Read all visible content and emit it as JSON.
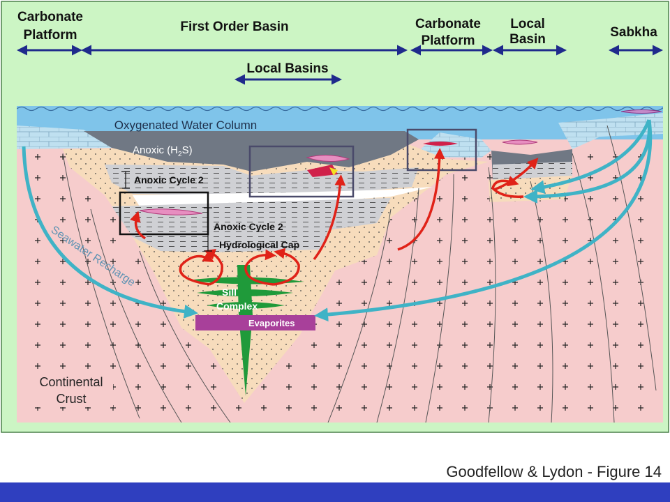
{
  "colors": {
    "frame_bg": "#ccf5c4",
    "crust": "#f6cccc",
    "sediment": "#f7dcbc",
    "water": "#7fc4ea",
    "anoxic": "#707884",
    "shale": "#cfd0d4",
    "carbonate": "#bfe0f0",
    "arrow_blue": "#3fb3c6",
    "arrow_red": "#e02218",
    "sill": "#1f9a3a",
    "evaporites": "#a8409a",
    "header_arrow": "#1f2a8c",
    "footer": "#2f3fbf"
  },
  "headers": {
    "carbonate_platform_left": [
      "Carbonate",
      "Platform"
    ],
    "first_order_basin": "First Order Basin",
    "local_basins": "Local Basins",
    "carbonate_platform_right": [
      "Carbonate",
      "Platform"
    ],
    "local_basin": [
      "Local",
      "Basin"
    ],
    "sabkha": "Sabkha"
  },
  "labels": {
    "oxygenated_water": "Oxygenated Water Column",
    "anoxic_prefix": "Anoxic (H",
    "anoxic_sub": "2",
    "anoxic_suffix": "S)",
    "anoxic_cycle_upper": "Anoxic Cycle 2",
    "anoxic_cycle_lower": "Anoxic Cycle 2",
    "hydrological_cap": "Hydrological Cap",
    "seawater_recharge": "Seawater Recharge",
    "sill_complex": [
      "Sill",
      "Complex"
    ],
    "evaporites": "Evaporites",
    "continental_crust": [
      "Continental",
      "Crust"
    ]
  },
  "caption": "Goodfellow & Lydon - Figure 14",
  "icons": [
    "double-arrow-icon",
    "red-flow-arrow-icon",
    "blue-recharge-arrow-icon",
    "plus-pattern",
    "dot-pattern",
    "dash-pattern",
    "wave-line"
  ]
}
